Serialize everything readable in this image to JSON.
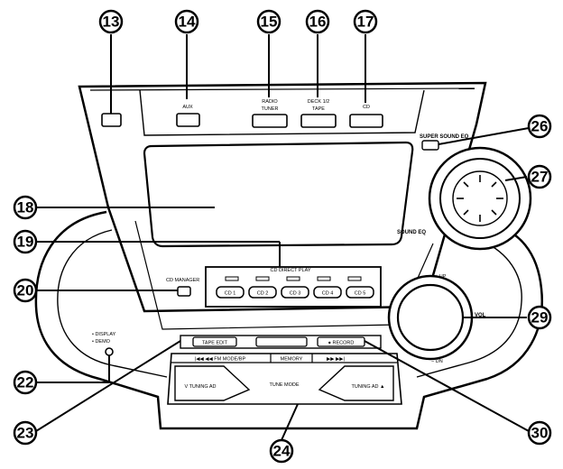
{
  "callouts": [
    "13",
    "14",
    "15",
    "16",
    "17",
    "18",
    "19",
    "20",
    "22",
    "23",
    "24",
    "26",
    "27",
    "29",
    "30"
  ],
  "top_buttons": {
    "aux": "AUX",
    "radio_tuner": [
      "RADIO",
      "TUNER"
    ],
    "deck_tape": [
      "DECK 1/2",
      "TAPE"
    ],
    "cd": "CD"
  },
  "super_sound_eq": "SUPER SOUND EQ",
  "sound_eq": "SOUND EQ",
  "cd_direct_play": "CD DIRECT PLAY",
  "cd_manager": "CD MANAGER",
  "cd_buttons": [
    "CD 1",
    "CD 2",
    "CD 3",
    "CD 4",
    "CD 5"
  ],
  "volume": {
    "label": "VOL",
    "up": "+ UP",
    "down": "− DN"
  },
  "display_demo": [
    "• DISPLAY",
    "• DEMO"
  ],
  "deck_controls": {
    "tape_edit": "TAPE EDIT",
    "record": "● RECORD",
    "fm_mode": "|◀◀ ◀◀ FM MODE/BP",
    "memory": "MEMORY",
    "ff_next": "▶▶ ▶▶|",
    "tune_mode": "TUNE MODE",
    "tuning_left": "V TUNING AD",
    "tuning_right": "TUNING AD ▲"
  }
}
